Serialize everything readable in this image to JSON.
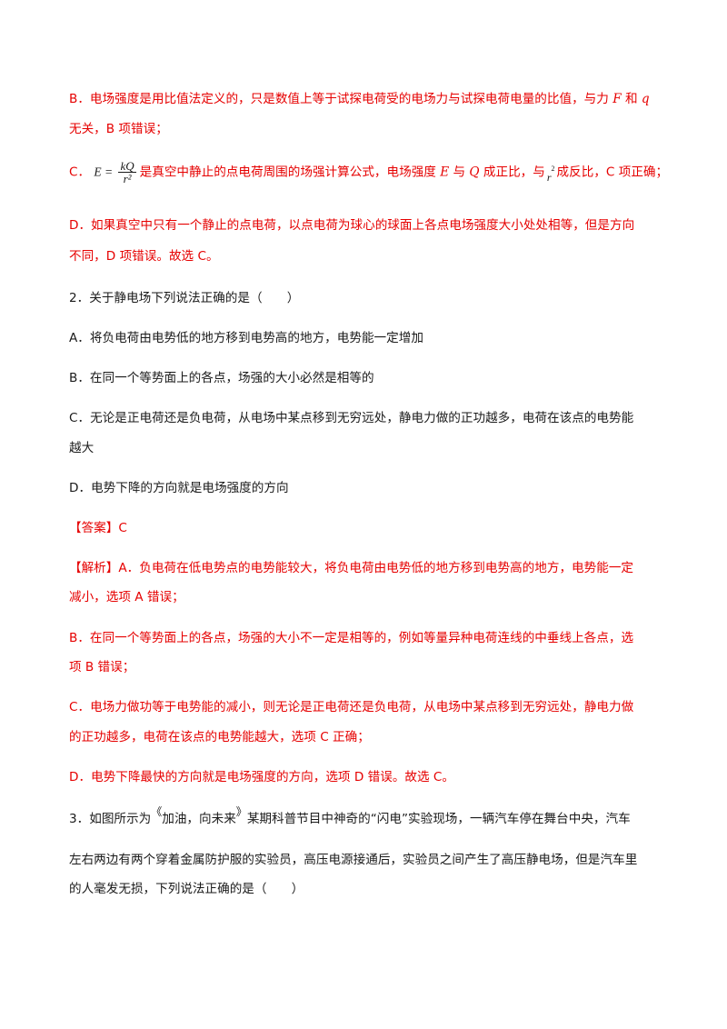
{
  "colors": {
    "answer": "#e60000",
    "text": "#1a1a1a"
  },
  "prev": {
    "b1": "B．电场强度是用比值法定义的，只是数值上等于试探电荷受的电场力与试探电荷电量的比值，与力 ",
    "b_F": "F",
    "b_and": " 和 ",
    "b_q": "q",
    "b2": "无关，B 项错误；",
    "c_label": "C．",
    "c_eq_lhs": "E =",
    "c_eq_num": "kQ",
    "c_eq_den": "r²",
    "c_text1": "是真空中静止的点电荷周围的场强计算公式，电场强度 ",
    "c_E": "E",
    "c_yu": " 与 ",
    "c_Q": "Q",
    "c_text2": " 成正比，与",
    "c_r": "r",
    "c_r_exp": "2",
    "c_text3": "成反比，C 项正确；",
    "d1": "D．如果真空中只有一个静止的点电荷，以点电荷为球心的球面上各点电场强度大小处处相等，但是方向",
    "d2": "不同，D 项错误。故选 C。"
  },
  "q2": {
    "stem": "2．关于静电场下列说法正确的是（　　）",
    "optA": "A．将负电荷由电势低的地方移到电势高的地方，电势能一定增加",
    "optB": "B．在同一个等势面上的各点，场强的大小必然是相等的",
    "optC1": "C．无论是正电荷还是负电荷，从电场中某点移到无穷远处，静电力做的正功越多，电荷在该点的电势能",
    "optC2": "越大",
    "optD": "D．电势下降的方向就是电场强度的方向",
    "answer": "【答案】C",
    "exA1": "【解析】A．负电荷在低电势点的电势能较大，将负电荷由电势低的地方移到电势高的地方，电势能一定",
    "exA2": "减小，选项 A 错误；",
    "exB1": "B．在同一个等势面上的各点，场强的大小不一定是相等的，例如等量异种电荷连线的中垂线上各点，选",
    "exB2": "项 B 错误；",
    "exC1": "C．电场力做功等于电势能的减小，则无论是正电荷还是负电荷，从电场中某点移到无穷远处，静电力做",
    "exC2": "的正功越多，电荷在该点的电势能越大，选项 C 正确；",
    "exD": "D．电势下降最快的方向就是电场强度的方向，选项 D 错误。故选 C。"
  },
  "q3": {
    "l1a": "3．如图所示为",
    "lq": "《",
    "l1b": "加油，向未来",
    "rq": "》",
    "l1c": "某期科普节目中神奇的“闪电”实验现场，一辆汽车停在舞台中央，汽车",
    "l2": "左右两边有两个穿着金属防护服的实验员，高压电源接通后，实验员之间产生了高压静电场，但是汽车里",
    "l3": "的人毫发无损，下列说法正确的是（　　）"
  }
}
